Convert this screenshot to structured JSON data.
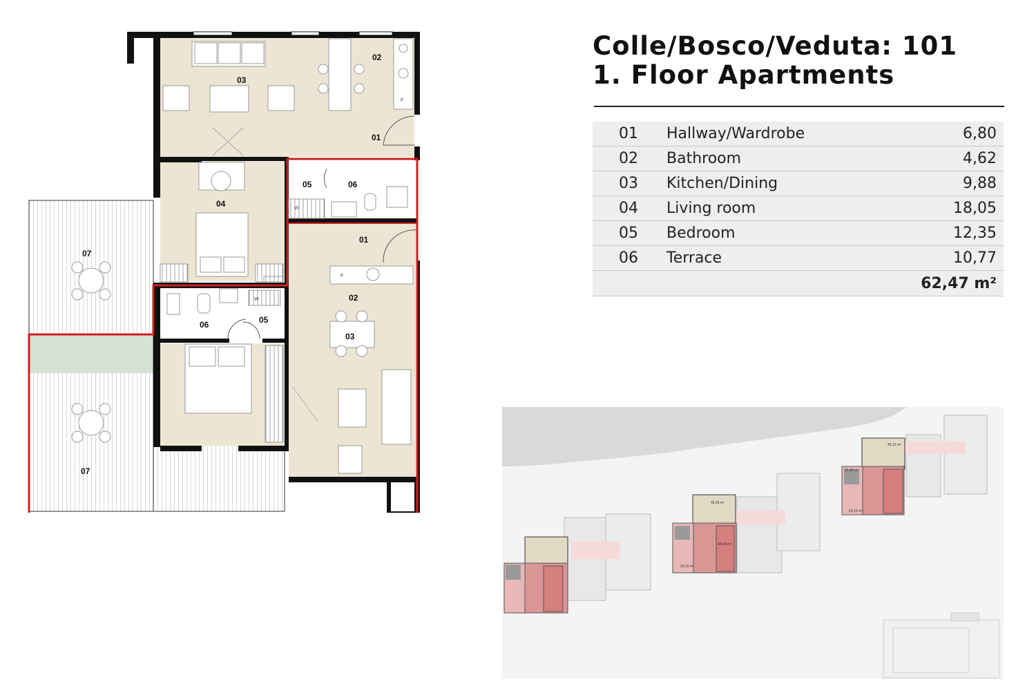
{
  "title": {
    "line1": "Colle/Bosco/Veduta: 101",
    "line2": "1. Floor Apartments"
  },
  "rooms": [
    {
      "num": "01",
      "name": "Hallway/Wardrobe",
      "area": "6,80"
    },
    {
      "num": "02",
      "name": "Bathroom",
      "area": "4,62"
    },
    {
      "num": "03",
      "name": "Kitchen/Dining",
      "area": "9,88"
    },
    {
      "num": "04",
      "name": "Living room",
      "area": "18,05"
    },
    {
      "num": "05",
      "name": "Bedroom",
      "area": "12,35"
    },
    {
      "num": "06",
      "name": "Terrace",
      "area": "10,77"
    }
  ],
  "total": "62,47 m²",
  "plan_labels": {
    "top_03": "03",
    "top_02": "02",
    "top_01": "01",
    "top_04": "04",
    "top_05": "05",
    "top_06": "06",
    "terrace_upper": "07",
    "terrace_lower": "07",
    "bot_01": "01",
    "bot_02": "02",
    "bot_03": "03",
    "bot_05": "05",
    "bot_06": "06",
    "fridge_top": "F",
    "washer_top": "W",
    "fridge_bot": "F",
    "washer_bot": "W"
  },
  "site_labels": {
    "a1": "15,58 m²",
    "a2": "48,12 m²",
    "a3": "23,16 m²",
    "b1": "48,28 m²",
    "b2": "48,64 m²",
    "b3": "23,16 m²"
  },
  "colors": {
    "floor": "#ece5d4",
    "wall": "#111111",
    "highlight": "#cc1f1f",
    "planter": "#d7e1d4",
    "site_highlight": "#d97878",
    "site_land": "#d9d9d9"
  }
}
